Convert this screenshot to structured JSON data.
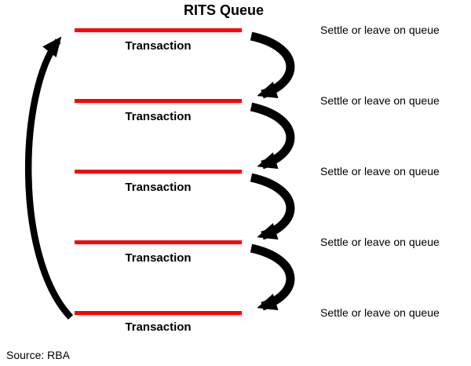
{
  "diagram": {
    "title": "RITS Queue",
    "source": "Source: RBA",
    "line_color": "#ff0000",
    "arrow_color": "#000000",
    "rows": [
      {
        "label": "Transaction",
        "note": "Settle or leave on queue"
      },
      {
        "label": "Transaction",
        "note": "Settle or leave on queue"
      },
      {
        "label": "Transaction",
        "note": "Settle or leave on queue"
      },
      {
        "label": "Transaction",
        "note": "Settle or leave on queue"
      },
      {
        "label": "Transaction",
        "note": "Settle or leave on queue"
      }
    ]
  }
}
